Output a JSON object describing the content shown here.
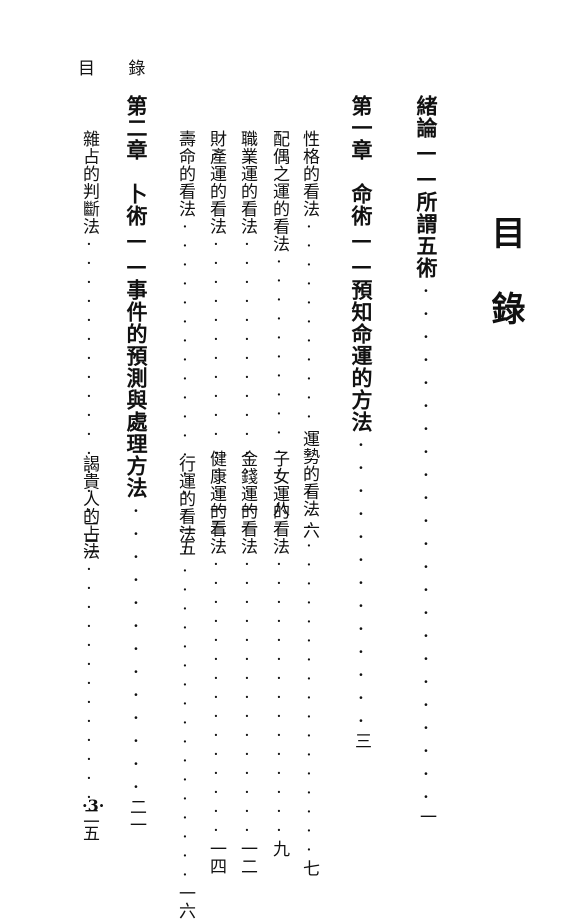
{
  "header": {
    "running_title": "目 錄",
    "page_number": "·3·"
  },
  "title": "目錄",
  "columns": [
    {
      "text": "緒論——所謂五術",
      "page": "一"
    },
    {
      "text": "第一章　命術——預知命運的方法",
      "page": "三"
    },
    {
      "entries": [
        {
          "text": "運勢的看法",
          "page": "七"
        },
        {
          "text": "性格的看法",
          "page": "六"
        }
      ]
    },
    {
      "entries": [
        {
          "text": "子女運的看法",
          "page": "九"
        },
        {
          "text": "配偶之運的看法",
          "page": "八"
        }
      ]
    },
    {
      "entries": [
        {
          "text": "金錢運的看法",
          "page": "一二"
        },
        {
          "text": "職業運的看法",
          "page": "一一"
        }
      ]
    },
    {
      "entries": [
        {
          "text": "健康運的看法",
          "page": "一四"
        },
        {
          "text": "財產運的看法",
          "page": "一三"
        }
      ]
    },
    {
      "entries": [
        {
          "text": "行運的看法",
          "page": "一六"
        },
        {
          "text": "壽命的看法",
          "page": "一五"
        }
      ]
    },
    {
      "text": "第二章　卜術——事件的預測與處理方法",
      "page": "二一"
    },
    {
      "entries": [
        {
          "text": "謁貴人的占法",
          "page": "二五"
        },
        {
          "text": "雜占的判斷法",
          "page": "二二"
        }
      ]
    }
  ]
}
